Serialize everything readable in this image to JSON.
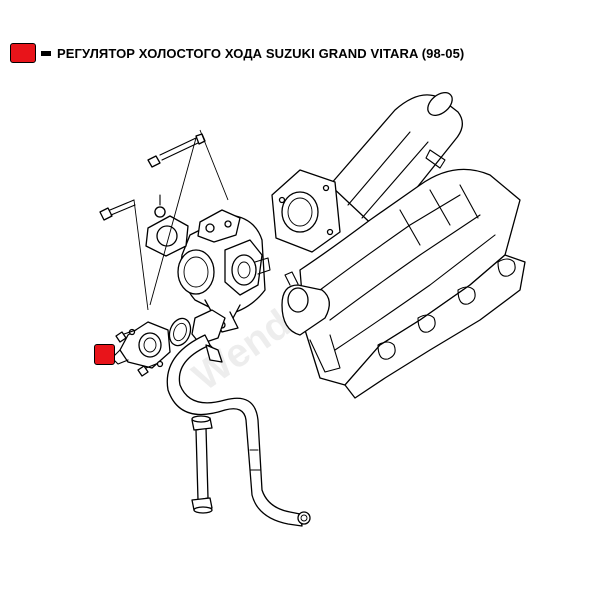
{
  "legend": {
    "swatch_color": "#e8141a",
    "title": "РЕГУЛЯТОР ХОЛОСТОГО ХОДА SUZUKI GRAND VITARA (98-05)"
  },
  "watermark": {
    "text": "Wendor.ru"
  },
  "marker": {
    "color": "#e8141a",
    "target": "idle-air-control-valve"
  }
}
